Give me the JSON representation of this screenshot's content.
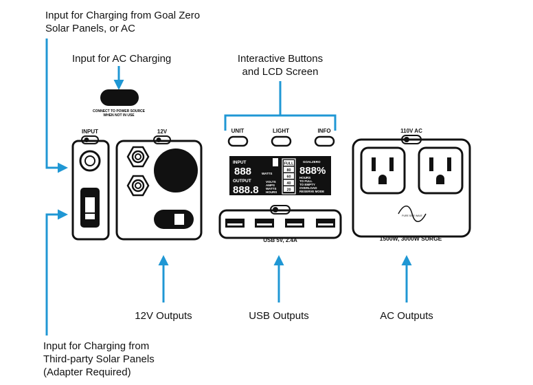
{
  "colors": {
    "accent": "#1f97d4",
    "outline": "#111111",
    "lcd_bg": "#111111",
    "lcd_fg": "#ffffff"
  },
  "callouts": {
    "solar_ac_input": [
      "Input for Charging from Goal Zero",
      "Solar Panels, or AC"
    ],
    "ac_charging_input": "Input for AC Charging",
    "interactive": [
      "Interactive Buttons",
      "and LCD Screen"
    ],
    "twelve_v_outputs": "12V Outputs",
    "usb_outputs": "USB Outputs",
    "ac_outputs": "AC Outputs",
    "third_party_input": [
      "Input for Charging from",
      "Third-party Solar Panels",
      "(Adapter Required)"
    ]
  },
  "panel": {
    "power_source_note": [
      "CONNECT TO POWER SOURCE",
      "WHEN NOT IN USE"
    ],
    "input_label": "INPUT",
    "twelve_v_label": "12V",
    "unit_label": "UNIT",
    "light_label": "LIGHT",
    "info_label": "INFO",
    "usb_label": "USB 5V, 2.4A",
    "ac_label": "110V AC",
    "surge_label": "1500W, 3000W SURGE",
    "pure_sine_label": "PURE SINE WAVE"
  },
  "lcd": {
    "input_label": "INPUT",
    "input_value": "888",
    "watts_label": "WATTS",
    "output_label": "OUTPUT",
    "output_value": "888.8",
    "units": [
      "VOLTS",
      "AMPS",
      "WATTS",
      "HOURS"
    ],
    "battery_levels": [
      "FULL",
      "80",
      "60",
      "40",
      "20"
    ],
    "brand": "GOALZERO",
    "percent_value": "888%",
    "status": [
      "HOURS",
      "TO FULL",
      "TO EMPTY",
      "OVERLOAD",
      "RESERVE MODE"
    ]
  }
}
